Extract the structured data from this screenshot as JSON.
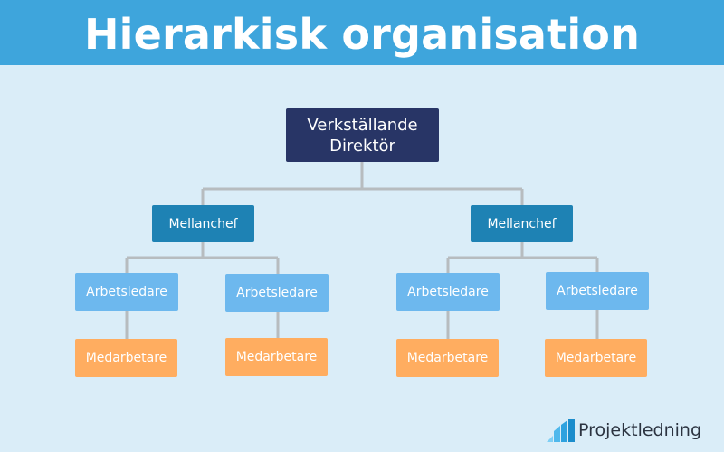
{
  "header": {
    "title": "Hierarkisk organisation"
  },
  "chart": {
    "ceo": "Verkställande Direktör",
    "managers": [
      {
        "label": "Mellanchef",
        "leads": [
          {
            "label": "Arbetsledare",
            "employee": "Medarbetare"
          },
          {
            "label": "Arbetsledare",
            "employee": "Medarbetare"
          }
        ]
      },
      {
        "label": "Mellanchef",
        "leads": [
          {
            "label": "Arbetsledare",
            "employee": "Medarbetare"
          },
          {
            "label": "Arbetsledare",
            "employee": "Medarbetare"
          }
        ]
      }
    ]
  },
  "brand": {
    "name": "Projektledning",
    "logo_icon": "bar-chart-logo-icon"
  },
  "colors": {
    "header": "#3ea5dc",
    "background": "#daedf8",
    "ceo_box": "#283566",
    "manager_box": "#1e82b4",
    "lead_box": "#6db8ee",
    "employee_box": "#ffad60",
    "connector": "#b7bcbf"
  }
}
